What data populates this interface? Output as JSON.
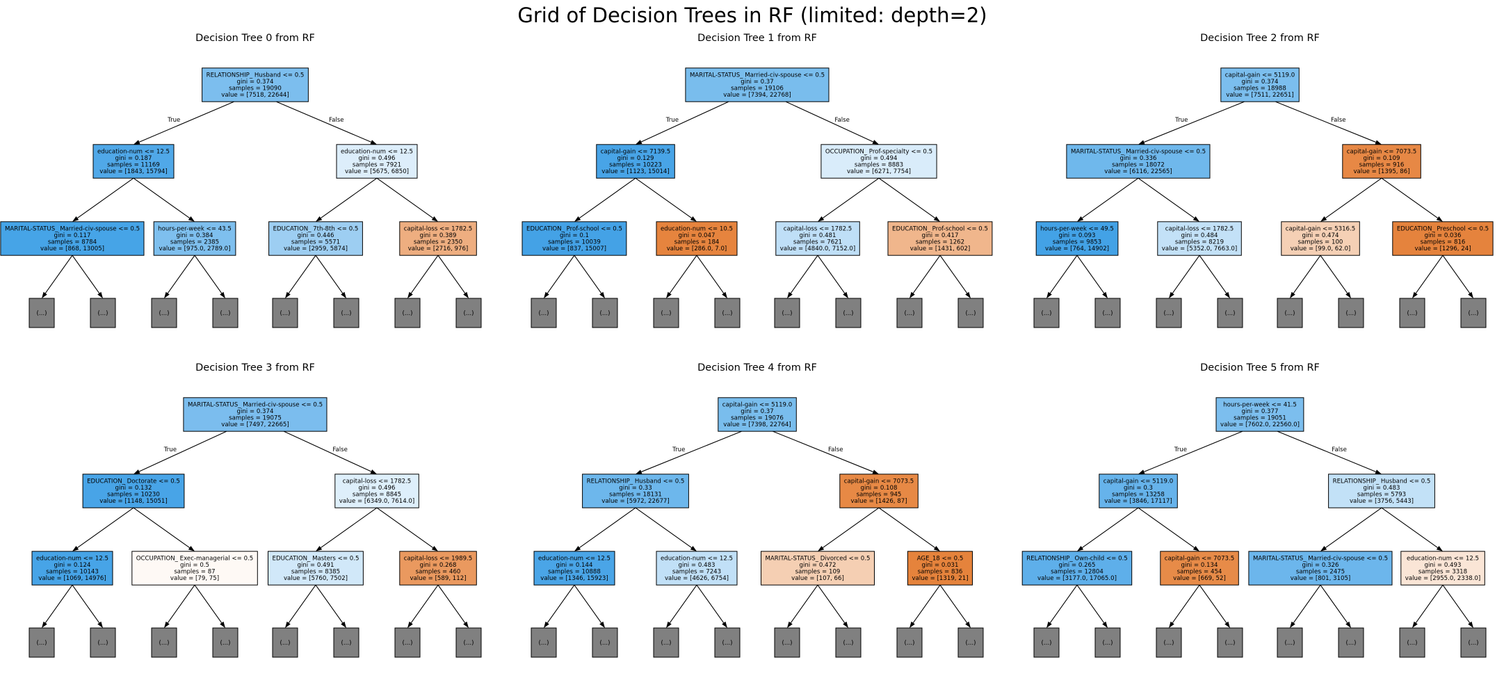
{
  "title": "Grid of Decision Trees in RF (limited: depth=2)",
  "colors": {
    "blue": "#399de5",
    "orange": "#e58139",
    "leaf": "#808080",
    "edge": "#000000"
  },
  "edge_labels": {
    "true": "True",
    "false": "False"
  },
  "leaf_label": "(...)",
  "trees": [
    {
      "title": "Decision Tree 0 from RF",
      "root": {
        "lines": [
          "RELATIONSHIP_ Husband <= 0.5",
          "gini = 0.374",
          "samples = 19090",
          "value = [7518, 22644]"
        ],
        "fill": "#7cbeee"
      },
      "level1": [
        {
          "lines": [
            "education-num <= 12.5",
            "gini = 0.187",
            "samples = 11169",
            "value = [1843, 15794]"
          ],
          "fill": "#50a8e8"
        },
        {
          "lines": [
            "education-num <= 12.5",
            "gini = 0.496",
            "samples = 7921",
            "value = [5675, 6850]"
          ],
          "fill": "#ddeefb"
        }
      ],
      "level2": [
        {
          "lines": [
            "MARITAL-STATUS_ Married-civ-spouse <= 0.5",
            "gini = 0.117",
            "samples = 8784",
            "value = [868, 13005]"
          ],
          "fill": "#46a4e7"
        },
        {
          "lines": [
            "hours-per-week <= 43.5",
            "gini = 0.384",
            "samples = 2385",
            "value = [975.0, 2789.0]"
          ],
          "fill": "#7ebfee"
        },
        {
          "lines": [
            "EDUCATION_ 7th-8th <= 0.5",
            "gini = 0.446",
            "samples = 5571",
            "value = [2959, 5874]"
          ],
          "fill": "#9dcef2"
        },
        {
          "lines": [
            "capital-loss <= 1782.5",
            "gini = 0.389",
            "samples = 2350",
            "value = [2716, 976]"
          ],
          "fill": "#eeae80"
        }
      ]
    },
    {
      "title": "Decision Tree 1 from RF",
      "root": {
        "lines": [
          "MARITAL-STATUS_ Married-civ-spouse <= 0.5",
          "gini = 0.37",
          "samples = 19106",
          "value = [7394, 22768]"
        ],
        "fill": "#79bded"
      },
      "level1": [
        {
          "lines": [
            "capital-gain <= 7139.5",
            "gini = 0.129",
            "samples = 10223",
            "value = [1123, 15014]"
          ],
          "fill": "#48a4e7"
        },
        {
          "lines": [
            "OCCUPATION_ Prof-specialty <= 0.5",
            "gini = 0.494",
            "samples = 8883",
            "value = [6271, 7754]"
          ],
          "fill": "#d9ecfa"
        }
      ],
      "level2": [
        {
          "lines": [
            "EDUCATION_ Prof-school <= 0.5",
            "gini = 0.1",
            "samples = 10039",
            "value = [837, 15007]"
          ],
          "fill": "#44a2e6"
        },
        {
          "lines": [
            "education-num <= 10.5",
            "gini = 0.047",
            "samples = 184",
            "value = [286.0, 7.0]"
          ],
          "fill": "#e6843e"
        },
        {
          "lines": [
            "capital-loss <= 1782.5",
            "gini = 0.481",
            "samples = 7621",
            "value = [4840.0, 7152.0]"
          ],
          "fill": "#bfdff7"
        },
        {
          "lines": [
            "EDUCATION_ Prof-school <= 0.5",
            "gini = 0.417",
            "samples = 1262",
            "value = [1431, 602]"
          ],
          "fill": "#f0b68c"
        }
      ]
    },
    {
      "title": "Decision Tree 2 from RF",
      "root": {
        "lines": [
          "capital-gain <= 5119.0",
          "gini = 0.374",
          "samples = 18988",
          "value = [7511, 22651]"
        ],
        "fill": "#7bbeee"
      },
      "level1": [
        {
          "lines": [
            "MARITAL-STATUS_ Married-civ-spouse <= 0.5",
            "gini = 0.336",
            "samples = 18072",
            "value = [6116, 22565]"
          ],
          "fill": "#6fb8ec"
        },
        {
          "lines": [
            "capital-gain <= 7073.5",
            "gini = 0.109",
            "samples = 916",
            "value = [1395, 86]"
          ],
          "fill": "#e78845"
        }
      ],
      "level2": [
        {
          "lines": [
            "hours-per-week <= 49.5",
            "gini = 0.093",
            "samples = 9853",
            "value = [764, 14902]"
          ],
          "fill": "#43a2e6"
        },
        {
          "lines": [
            "capital-loss <= 1782.5",
            "gini = 0.484",
            "samples = 8219",
            "value = [5352.0, 7663.0]"
          ],
          "fill": "#c3e1f7"
        },
        {
          "lines": [
            "capital-gain <= 5316.5",
            "gini = 0.474",
            "samples = 100",
            "value = [99.0, 62.0]"
          ],
          "fill": "#f5d0b5"
        },
        {
          "lines": [
            "EDUCATION_ Preschool <= 0.5",
            "gini = 0.036",
            "samples = 816",
            "value = [1296, 24]"
          ],
          "fill": "#e5833d"
        }
      ]
    },
    {
      "title": "Decision Tree 3 from RF",
      "root": {
        "lines": [
          "MARITAL-STATUS_ Married-civ-spouse <= 0.5",
          "gini = 0.374",
          "samples = 19075",
          "value = [7497, 22665]"
        ],
        "fill": "#7bbdee"
      },
      "level1": [
        {
          "lines": [
            "EDUCATION_ Doctorate <= 0.5",
            "gini = 0.132",
            "samples = 10230",
            "value = [1148, 15051]"
          ],
          "fill": "#48a4e7"
        },
        {
          "lines": [
            "capital-loss <= 1782.5",
            "gini = 0.496",
            "samples = 8845",
            "value = [6349.0, 7614.0]"
          ],
          "fill": "#deeffb"
        }
      ],
      "level2": [
        {
          "lines": [
            "education-num <= 12.5",
            "gini = 0.124",
            "samples = 10143",
            "value = [1069, 14976]"
          ],
          "fill": "#47a4e7"
        },
        {
          "lines": [
            "OCCUPATION_ Exec-managerial <= 0.5",
            "gini = 0.5",
            "samples = 87",
            "value = [79, 75]"
          ],
          "fill": "#fef9f5"
        },
        {
          "lines": [
            "EDUCATION_ Masters <= 0.5",
            "gini = 0.491",
            "samples = 8385",
            "value = [5760, 7502]"
          ],
          "fill": "#d1e8f9"
        },
        {
          "lines": [
            "capital-loss <= 1989.5",
            "gini = 0.268",
            "samples = 460",
            "value = [589, 112]"
          ],
          "fill": "#ea995f"
        }
      ]
    },
    {
      "title": "Decision Tree 4 from RF",
      "root": {
        "lines": [
          "capital-gain <= 5119.0",
          "gini = 0.37",
          "samples = 19076",
          "value = [7398, 22764]"
        ],
        "fill": "#79bded"
      },
      "level1": [
        {
          "lines": [
            "RELATIONSHIP_ Husband <= 0.5",
            "gini = 0.33",
            "samples = 18131",
            "value = [5972, 22677]"
          ],
          "fill": "#6db7ec"
        },
        {
          "lines": [
            "capital-gain <= 7073.5",
            "gini = 0.108",
            "samples = 945",
            "value = [1426, 87]"
          ],
          "fill": "#e78945"
        }
      ],
      "level2": [
        {
          "lines": [
            "education-num <= 12.5",
            "gini = 0.144",
            "samples = 10888",
            "value = [1346, 15923]"
          ],
          "fill": "#4aa5e7"
        },
        {
          "lines": [
            "education-num <= 12.5",
            "gini = 0.483",
            "samples = 7243",
            "value = [4626, 6754]"
          ],
          "fill": "#c1e0f7"
        },
        {
          "lines": [
            "MARITAL-STATUS_ Divorced <= 0.5",
            "gini = 0.472",
            "samples = 109",
            "value = [107, 66]"
          ],
          "fill": "#f5cfb3"
        },
        {
          "lines": [
            "AGE_18 <= 0.5",
            "gini = 0.031",
            "samples = 836",
            "value = [1319, 21]"
          ],
          "fill": "#e5833c"
        }
      ]
    },
    {
      "title": "Decision Tree 5 from RF",
      "root": {
        "lines": [
          "hours-per-week <= 41.5",
          "gini = 0.377",
          "samples = 19051",
          "value = [7602.0, 22560.0]"
        ],
        "fill": "#7cbeee"
      },
      "level1": [
        {
          "lines": [
            "capital-gain <= 5119.0",
            "gini = 0.3",
            "samples = 13258",
            "value = [3846, 17117]"
          ],
          "fill": "#66b3eb"
        },
        {
          "lines": [
            "RELATIONSHIP_ Husband <= 0.5",
            "gini = 0.483",
            "samples = 5793",
            "value = [3756, 5443]"
          ],
          "fill": "#c2e1f7"
        }
      ],
      "level2": [
        {
          "lines": [
            "RELATIONSHIP_ Own-child <= 0.5",
            "gini = 0.265",
            "samples = 12804",
            "value = [3177.0, 17065.0]"
          ],
          "fill": "#5eafea"
        },
        {
          "lines": [
            "capital-gain <= 7073.5",
            "gini = 0.134",
            "samples = 454",
            "value = [669, 52]"
          ],
          "fill": "#e78b48"
        },
        {
          "lines": [
            "MARITAL-STATUS_ Married-civ-spouse <= 0.5",
            "gini = 0.326",
            "samples = 2475",
            "value = [801, 3105]"
          ],
          "fill": "#6cb6ec"
        },
        {
          "lines": [
            "education-num <= 12.5",
            "gini = 0.493",
            "samples = 3318",
            "value = [2955.0, 2338.0]"
          ],
          "fill": "#fae5d6"
        }
      ]
    }
  ]
}
